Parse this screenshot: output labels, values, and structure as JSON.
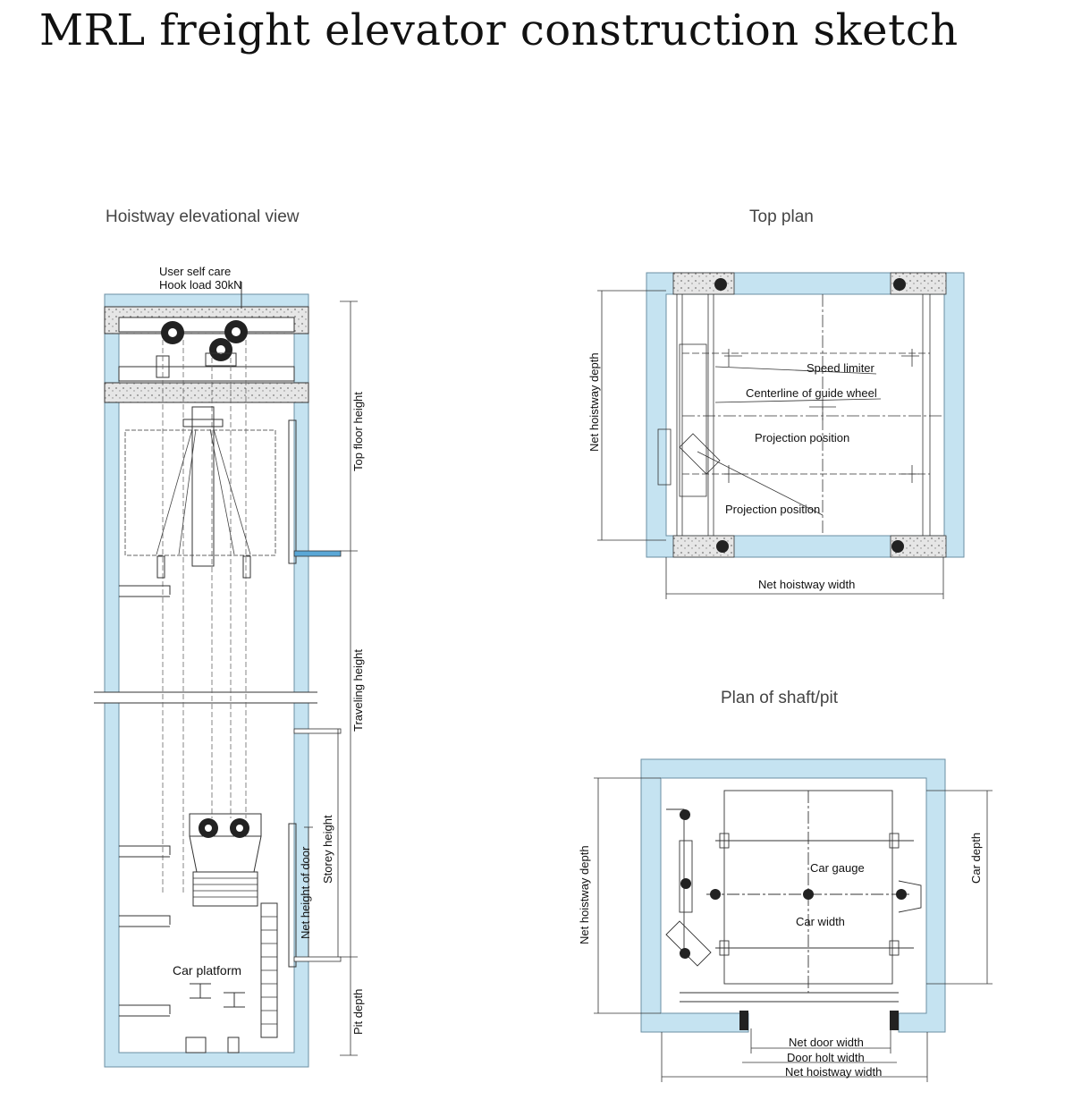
{
  "title": "MRL freight elevator  construction sketch",
  "views": {
    "elevation": {
      "title": "Hoistway elevational view",
      "hook_label_1": "User self care",
      "hook_label_2": "Hook load 30kN",
      "top_floor_height": "Top floor  height",
      "traveling_height": "Traveling height",
      "storey_height": "Storey height",
      "net_height_of_door": "Net height of door",
      "car_platform": "Car platform",
      "pit_depth": "Pit depth"
    },
    "top_plan": {
      "title": "Top plan",
      "net_hoistway_depth": "Net hoistway depth",
      "speed_limiter": "Speed limiter",
      "centerline_guide_wheel": "Centerline of guide wheel",
      "projection_position_1": "Projection position",
      "projection_position_2": "Projection position",
      "net_hoistway_width": "Net hoistway width"
    },
    "shaft_plan": {
      "title": "Plan of shaft/pit",
      "net_hoistway_depth": "Net hoistway depth",
      "car_gauge": "Car gauge",
      "car_width": "Car width",
      "car_depth": "Car depth",
      "net_door_width": "Net door width",
      "door_holt_width": "Door holt width",
      "net_hoistway_width": "Net hoistway width"
    }
  },
  "colors": {
    "wall_fill": "#c5e3f1",
    "wall_stroke": "#6b8fa3",
    "line": "#333333"
  }
}
